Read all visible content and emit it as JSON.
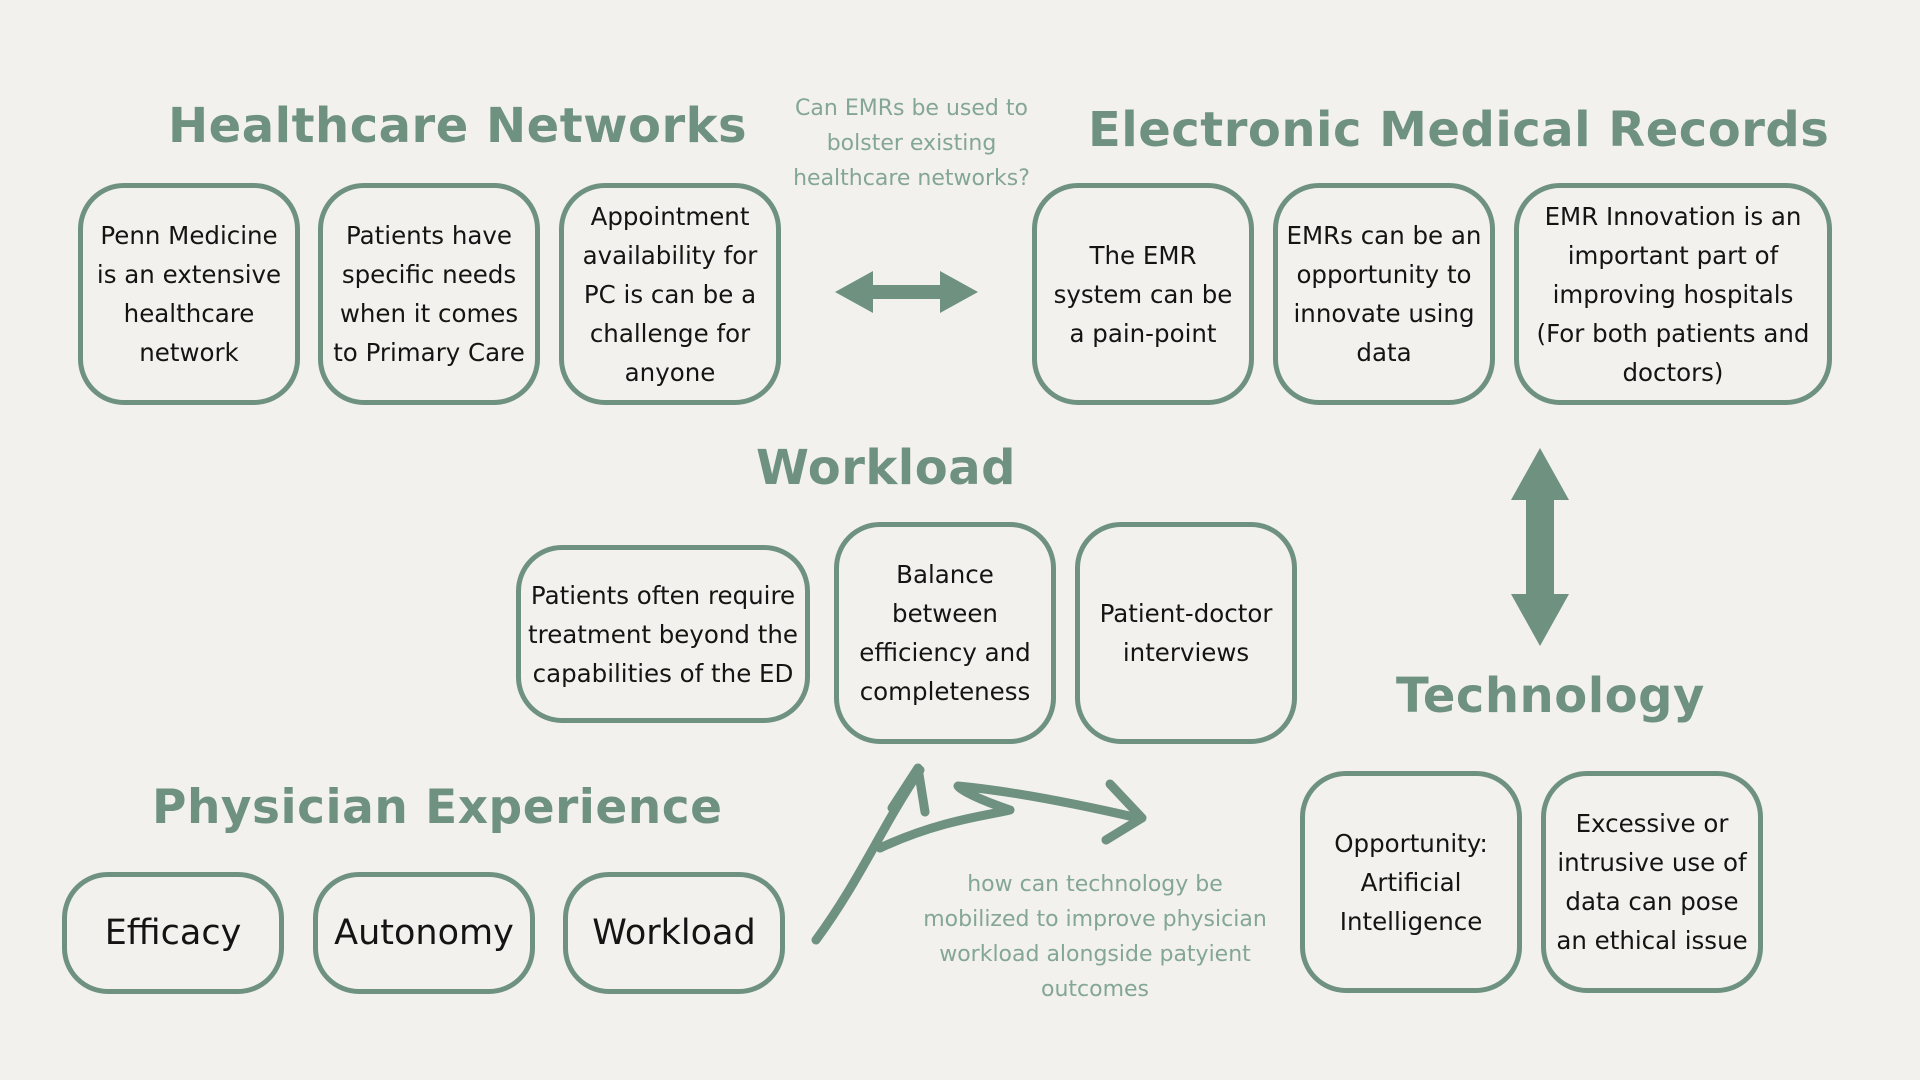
{
  "colors": {
    "background": "#f2f1ed",
    "accent": "#6e9180",
    "note_text": "#84a696",
    "box_text": "#141414"
  },
  "healthcare_networks": {
    "title": "Healthcare Networks",
    "boxes": [
      "Penn Medicine is an extensive healthcare network",
      "Patients have specific needs when it comes to Primary Care",
      "Appointment availability for PC is can be a challenge for anyone"
    ]
  },
  "emr": {
    "title": "Electronic Medical Records",
    "boxes": [
      "The EMR system can be a pain-point",
      "EMRs can be an opportunity to innovate using data",
      "EMR Innovation is an important part of improving hospitals (For both patients and doctors)"
    ]
  },
  "workload": {
    "title": "Workload",
    "boxes": [
      "Patients often require treatment beyond the capabilities of the ED",
      "Balance between efficiency and completeness",
      "Patient-doctor interviews"
    ]
  },
  "technology": {
    "title": "Technology",
    "boxes": [
      "Opportunity: Artificial Intelligence",
      "Excessive or intrusive use of data can pose an ethical issue"
    ]
  },
  "physician_experience": {
    "title": "Physician Experience",
    "boxes": [
      "Efficacy",
      "Autonomy",
      "Workload"
    ]
  },
  "notes": {
    "emr_question": "Can EMRs be used to bolster existing healthcare networks?",
    "tech_question": "how can technology be mobilized to improve physician workload alongside patyient outcomes"
  },
  "icons": [
    "double-arrow-horizontal",
    "double-arrow-vertical",
    "curved-arrow"
  ]
}
